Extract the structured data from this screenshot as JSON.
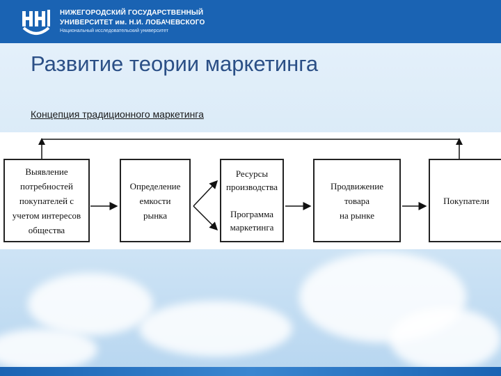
{
  "header": {
    "university_line1": "НИЖЕГОРОДСКИЙ ГОСУДАРСТВЕННЫЙ",
    "university_line2": "УНИВЕРСИТЕТ им. Н.И. ЛОБАЧЕВСКОГО",
    "university_line3": "Национальный исследовательский университет",
    "logo_icon": "university-logo-icon",
    "colors": {
      "header_bg": "#1a63b3",
      "title": "#2b4f86"
    }
  },
  "slide": {
    "title": "Развитие теории маркетинга",
    "subtitle": "Концепция традиционного маркетинга"
  },
  "diagram": {
    "boxes": {
      "needs": "Выявление\nпотребностей\nпокупателей с\nучетом интересов\nобщества",
      "capacity": "Определение\nемкости\nрынка",
      "resources": "Ресурсы\nпроизводства",
      "program": "Программа\nмаркетинга",
      "promotion": "Продвижение\nтовара\nна рынке",
      "buyers": "Покупатели"
    }
  }
}
